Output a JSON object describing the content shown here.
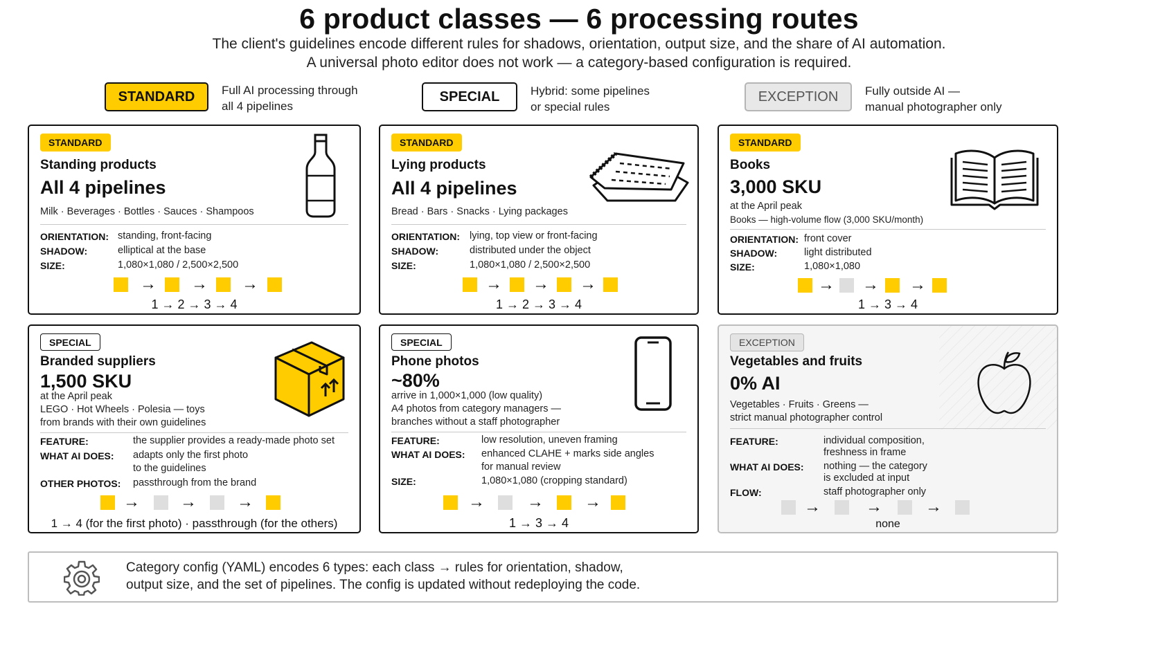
{
  "title": "6 product classes — 6 processing routes",
  "subtitle": [
    "The client's guidelines encode different rules for shadows, orientation, output size, and the share of AI automation.",
    "A universal photo editor does not work — a category-based configuration is required."
  ],
  "legend": [
    {
      "label": "STANDARD",
      "text": [
        "Full AI processing through",
        "all 4 pipelines"
      ]
    },
    {
      "label": "SPECIAL",
      "text": [
        "Hybrid: some pipelines",
        "or special rules"
      ]
    },
    {
      "label": "EXCEPTION",
      "text": [
        "Fully outside AI —",
        "manual photographer only"
      ]
    }
  ],
  "cards": [
    {
      "tag": "STANDARD",
      "name": "Standing products",
      "big": "All 4 pipelines",
      "lines": [
        "Milk · Beverages · Bottles · Sauces · Shampoos"
      ],
      "fields": [
        {
          "key": "ORIENTATION:",
          "value": [
            "standing, front-facing"
          ]
        },
        {
          "key": "SHADOW:",
          "value": [
            "elliptical at the base"
          ]
        },
        {
          "key": "SIZE:",
          "value": [
            "1,080×1,080 / 2,500×2,500"
          ]
        }
      ],
      "pipeline": [
        true,
        true,
        true,
        true
      ],
      "steps": "1  →  2  →  3  →  4",
      "icon": "bottle-icon"
    },
    {
      "tag": "STANDARD",
      "name": "Lying products",
      "big": "All 4 pipelines",
      "lines": [
        "Bread · Bars · Snacks · Lying packages"
      ],
      "fields": [
        {
          "key": "ORIENTATION:",
          "value": [
            "lying, top view or front-facing"
          ]
        },
        {
          "key": "SHADOW:",
          "value": [
            "distributed under the object"
          ]
        },
        {
          "key": "SIZE:",
          "value": [
            "1,080×1,080 / 2,500×2,500"
          ]
        }
      ],
      "pipeline": [
        true,
        true,
        true,
        true
      ],
      "steps": "1  →  2  →  3  →  4",
      "icon": "snack-packages-icon"
    },
    {
      "tag": "STANDARD",
      "name": "Books",
      "big": "3,000 SKU",
      "lines": [
        "at the April peak",
        "Books — high-volume flow (3,000 SKU/month)"
      ],
      "fields": [
        {
          "key": "ORIENTATION:",
          "value": [
            "front cover"
          ]
        },
        {
          "key": "SHADOW:",
          "value": [
            "light distributed"
          ]
        },
        {
          "key": "SIZE:",
          "value": [
            "1,080×1,080"
          ]
        }
      ],
      "pipeline": [
        true,
        false,
        true,
        true
      ],
      "steps": "1  →  3  →  4",
      "icon": "open-book-icon"
    },
    {
      "tag": "SPECIAL",
      "name": "Branded suppliers",
      "big": "1,500 SKU",
      "lines": [
        "at the April peak",
        "LEGO · Hot Wheels · Polesia — toys",
        "from brands with their own guidelines"
      ],
      "fields": [
        {
          "key": "FEATURE:",
          "value": [
            "the supplier provides a ready-made photo set"
          ]
        },
        {
          "key": "WHAT AI DOES:",
          "value": [
            "adapts only the first photo",
            "to the guidelines"
          ]
        },
        {
          "key": "OTHER PHOTOS:",
          "value": [
            "passthrough from the brand"
          ]
        }
      ],
      "pipeline": [
        true,
        false,
        false,
        true
      ],
      "steps": "1 → 4 (for the first photo)  ·  passthrough (for the others)",
      "icon": "box-icon"
    },
    {
      "tag": "SPECIAL",
      "name": "Phone photos",
      "big": "~80%",
      "lines": [
        "arrive in 1,000×1,000 (low quality)",
        "A4 photos from category managers —",
        "branches without a staff photographer"
      ],
      "fields": [
        {
          "key": "FEATURE:",
          "value": [
            "low resolution, uneven framing"
          ]
        },
        {
          "key": "WHAT AI DOES:",
          "value": [
            "enhanced CLAHE + marks side angles",
            "for manual review"
          ]
        },
        {
          "key": "SIZE:",
          "value": [
            "1,080×1,080 (cropping standard)"
          ]
        }
      ],
      "pipeline": [
        true,
        false,
        true,
        true
      ],
      "steps": "1  →  3  →  4",
      "icon": "phone-icon"
    },
    {
      "tag": "EXCEPTION",
      "name": "Vegetables and fruits",
      "big": "0% AI",
      "lines": [
        "Vegetables · Fruits · Greens —",
        "strict manual photographer control"
      ],
      "fields": [
        {
          "key": "FEATURE:",
          "value": [
            "individual composition,",
            "freshness in frame"
          ]
        },
        {
          "key": "WHAT AI DOES:",
          "value": [
            "nothing — the category",
            "is excluded at input"
          ]
        },
        {
          "key": "FLOW:",
          "value": [
            "staff photographer only"
          ]
        }
      ],
      "pipeline": [
        false,
        false,
        false,
        false
      ],
      "steps": "none",
      "icon": "apple-icon"
    }
  ],
  "footer": {
    "text": [
      "Category config (YAML) encodes 6 types: each class → rules for orientation, shadow,",
      "output size, and the set of pipelines. The config is updated without redeploying the code."
    ],
    "icon": "gear-icon"
  },
  "colors": {
    "standard": "#FFCC00",
    "inactive": "#dedede",
    "exception_bg": "#f5f5f5"
  }
}
